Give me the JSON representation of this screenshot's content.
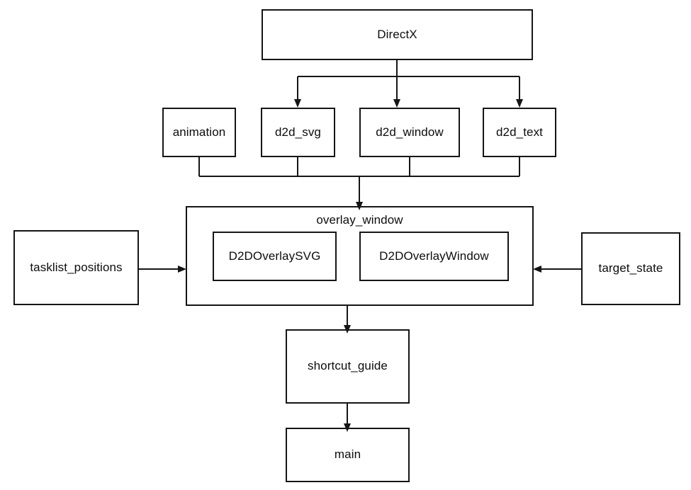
{
  "diagram": {
    "type": "flowchart",
    "title": "DirectX module dependency diagram",
    "background_color": "#ffffff",
    "line_color": "#151515",
    "text_color": "#0d0d0d",
    "nodes": [
      {
        "id": "directx",
        "label": "DirectX"
      },
      {
        "id": "animation",
        "label": "animation"
      },
      {
        "id": "d2d_svg",
        "label": "d2d_svg"
      },
      {
        "id": "d2d_window",
        "label": "d2d_window"
      },
      {
        "id": "d2d_text",
        "label": "d2d_text"
      },
      {
        "id": "overlay_window",
        "label": "overlay_window"
      },
      {
        "id": "d2doverlaysvg",
        "label": "D2DOverlaySVG"
      },
      {
        "id": "d2doverlaywindow",
        "label": "D2DOverlayWindow"
      },
      {
        "id": "tasklist_positions",
        "label": "tasklist_positions"
      },
      {
        "id": "target_state",
        "label": "target_state"
      },
      {
        "id": "shortcut_guide",
        "label": "shortcut_guide"
      },
      {
        "id": "main",
        "label": "main"
      }
    ],
    "edges": [
      {
        "from": "directx",
        "to": "d2d_svg",
        "arrow": "down"
      },
      {
        "from": "directx",
        "to": "d2d_window",
        "arrow": "down"
      },
      {
        "from": "directx",
        "to": "d2d_text",
        "arrow": "down"
      },
      {
        "from": "animation",
        "to": "overlay_window",
        "arrow": "down"
      },
      {
        "from": "d2d_svg",
        "to": "overlay_window",
        "arrow": "down"
      },
      {
        "from": "d2d_window",
        "to": "overlay_window",
        "arrow": "down"
      },
      {
        "from": "d2d_text",
        "to": "overlay_window",
        "arrow": "down"
      },
      {
        "from": "tasklist_positions",
        "to": "overlay_window",
        "arrow": "right"
      },
      {
        "from": "target_state",
        "to": "overlay_window",
        "arrow": "left"
      },
      {
        "from": "overlay_window",
        "to": "shortcut_guide",
        "arrow": "down"
      },
      {
        "from": "shortcut_guide",
        "to": "main",
        "arrow": "down"
      }
    ]
  }
}
